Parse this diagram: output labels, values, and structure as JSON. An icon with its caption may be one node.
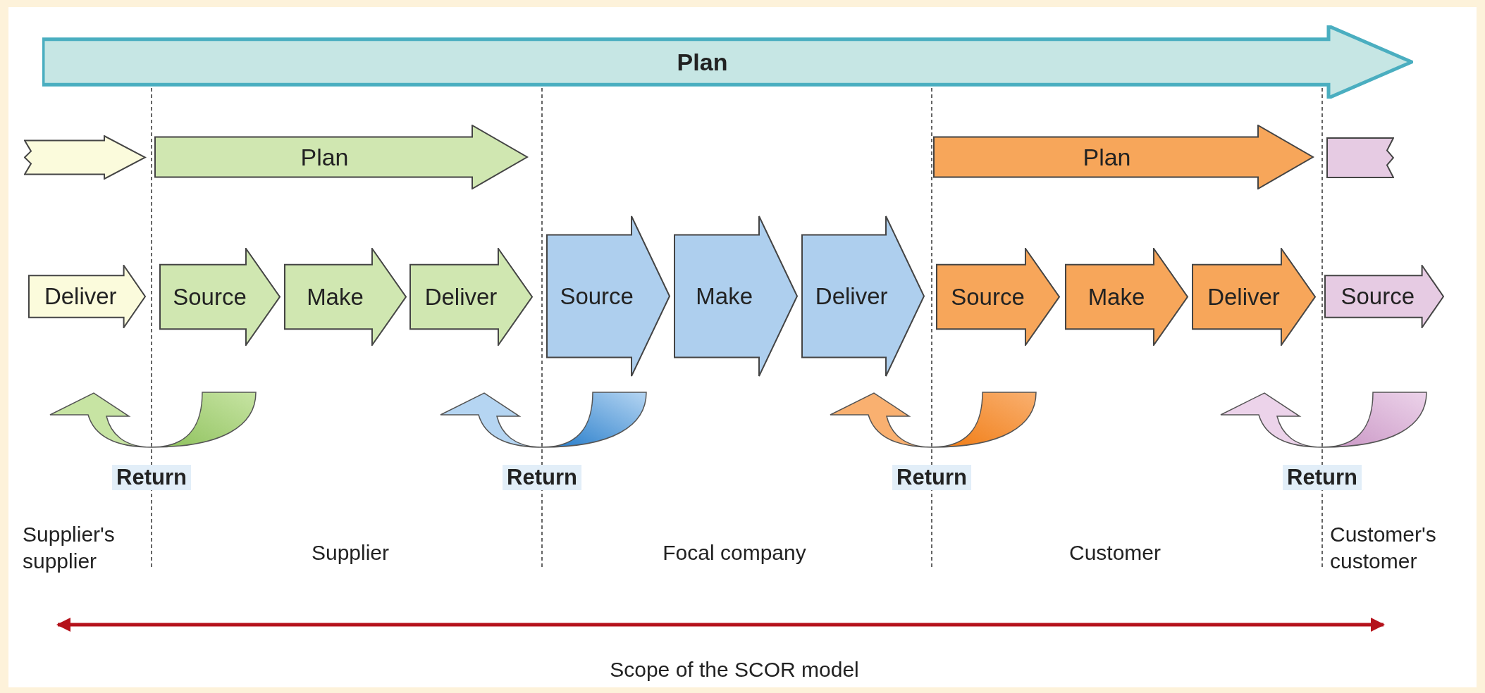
{
  "diagram": {
    "nodes": [
      {
        "text": [
          "Plan"
        ]
      },
      {
        "text": [],
        "shape": "arrow"
      },
      {
        "text": [
          "Plan"
        ]
      },
      {
        "text": [
          "Plan"
        ]
      },
      {
        "text": [],
        "shape": "box"
      },
      {
        "text": [
          "Deliver"
        ]
      },
      {
        "text": [
          "Source"
        ]
      },
      {
        "text": [
          "Make"
        ]
      },
      {
        "text": [
          "Deliver"
        ]
      },
      {
        "text": [
          "Source"
        ]
      },
      {
        "text": [
          "Make"
        ]
      },
      {
        "text": [
          "Deliver"
        ]
      },
      {
        "text": [
          "Source"
        ]
      },
      {
        "text": [
          "Make"
        ]
      },
      {
        "text": [
          "Deliver"
        ]
      },
      {
        "text": [
          "Source"
        ]
      },
      {
        "text": [
          "Return"
        ]
      },
      {
        "text": [
          "Return"
        ]
      },
      {
        "text": [
          "Return"
        ]
      },
      {
        "text": [
          "Return"
        ]
      }
    ],
    "labels": [
      "Supplier's supplier",
      "Supplier",
      "Focal company",
      "Customer",
      "Customer's customer",
      "Scope of the SCOR model"
    ]
  }
}
